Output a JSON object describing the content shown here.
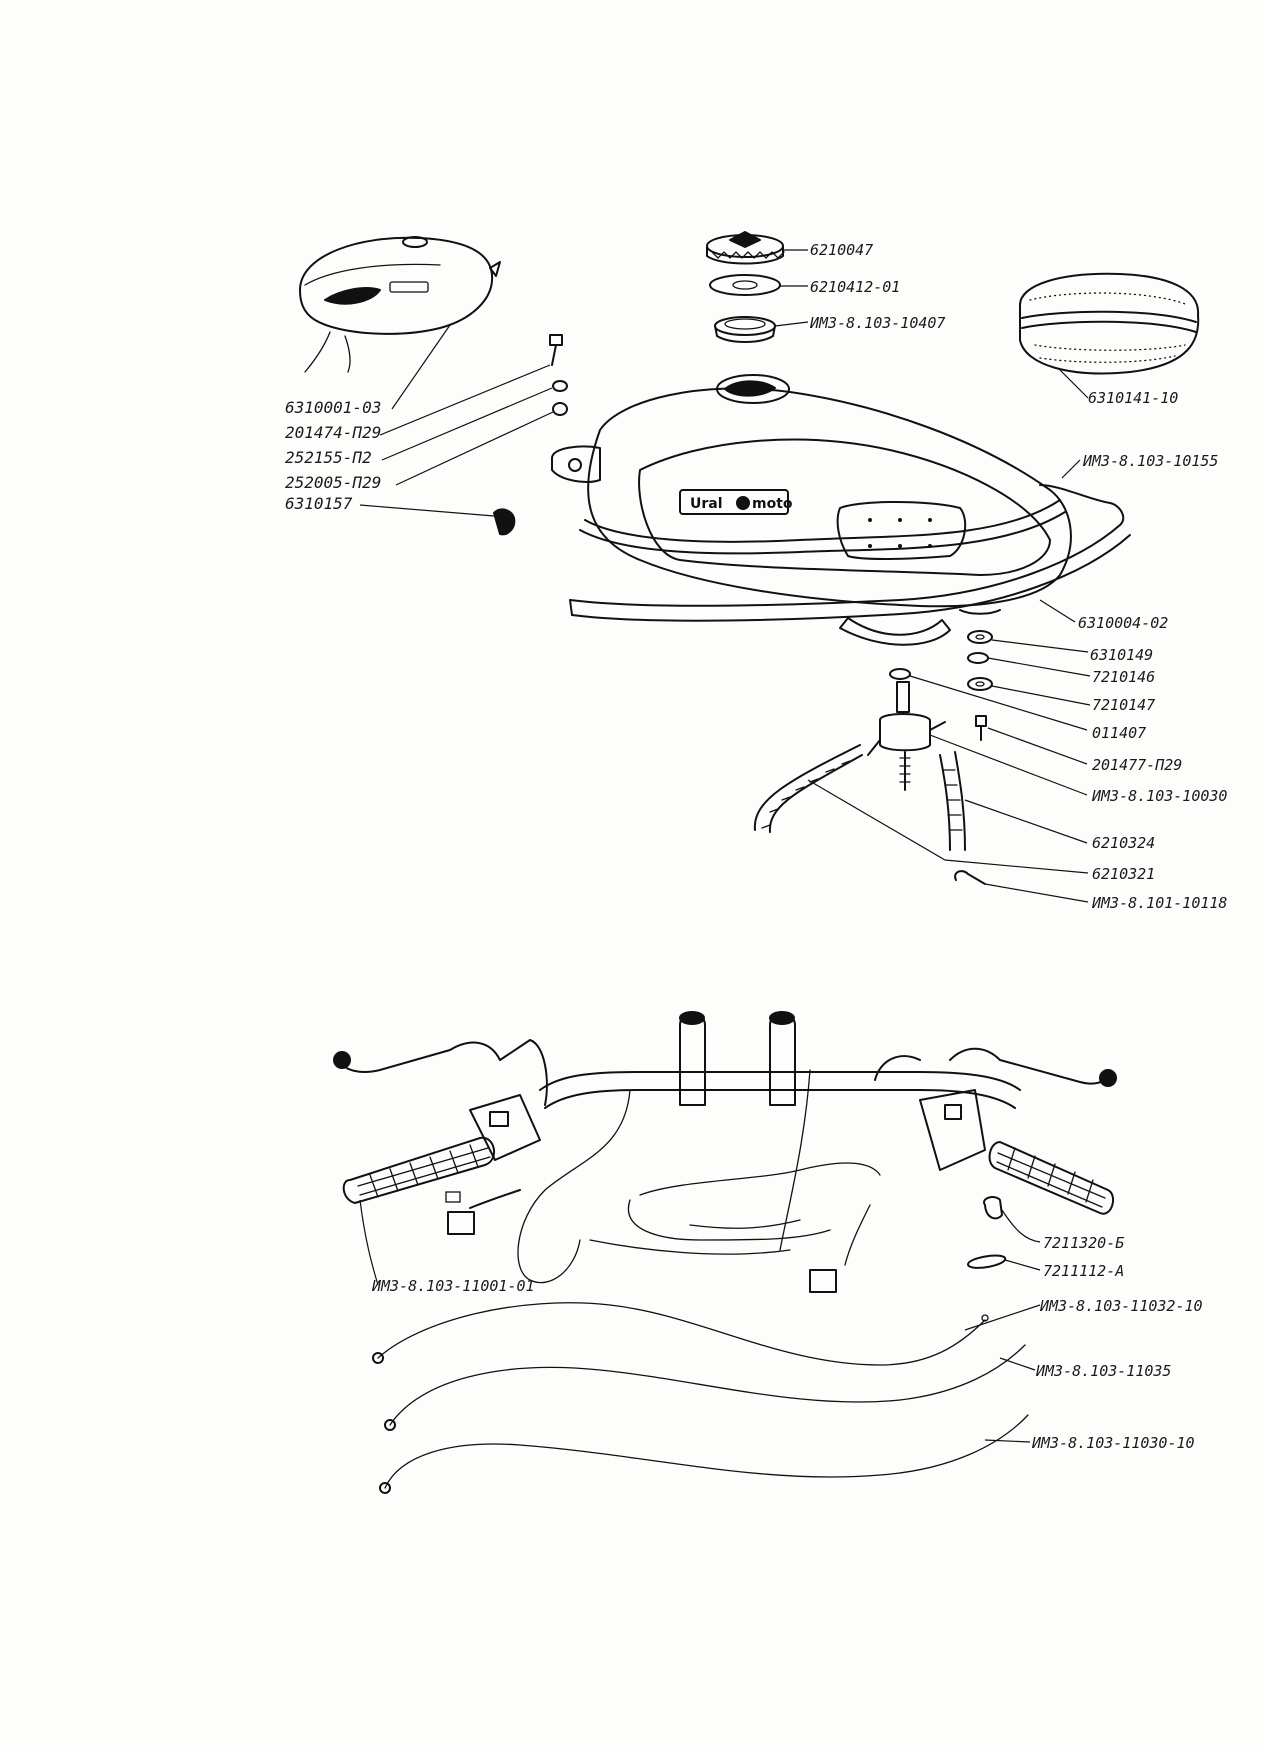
{
  "brand": {
    "left": "Ural",
    "right": "moto"
  },
  "top_parts": {
    "cap": "6210047",
    "cap_gasket": "6210412-01",
    "cap_neck": "ИМЗ-8.103-10407",
    "kneepad": "6310141-10",
    "tank_variant": "6310001-03",
    "bolt": "201474-П29",
    "washer": "252155-П2",
    "spring_washer": "252005-П29",
    "emblem": "6310157",
    "rim_trim": "ИМЗ-8.103-10155",
    "tank": "6310004-02",
    "cushion": "6310149",
    "rubber_washer": "7210146",
    "flat_washer": "7210147",
    "seal_ring": "011407",
    "tap_screw": "201477-П29",
    "fuel_tap": "ИМЗ-8.103-10030",
    "hose_short": "6210324",
    "hose_long": "6210321",
    "clip": "ИМЗ-8.101-10118"
  },
  "bottom_parts": {
    "bracket": "7211320-Б",
    "cover": "7211112-А",
    "handlebar": "ИМЗ-8.103-11001-01",
    "cable_1": "ИМЗ-8.103-11032-10",
    "cable_2": "ИМЗ-8.103-11035",
    "cable_3": "ИМЗ-8.103-11030-10"
  }
}
